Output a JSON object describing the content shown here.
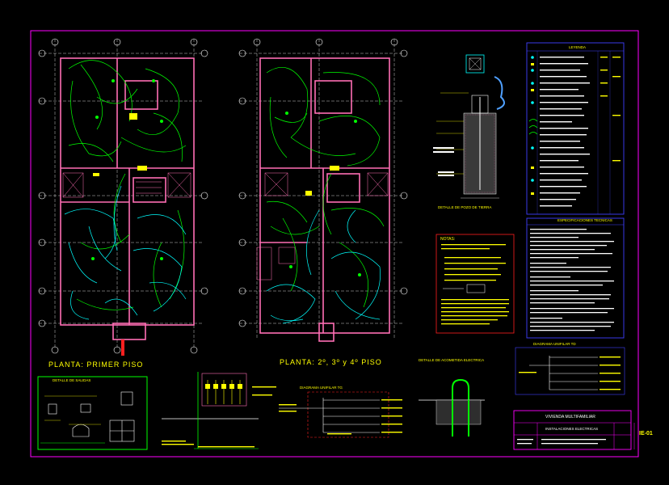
{
  "plan_titles": {
    "first_floor": "PLANTA: PRIMER PISO",
    "upper_floors": "PLANTA: 2º, 3º y 4º PISO"
  },
  "details": {
    "diagram_tg": "DIAGRAMA UNIFILAR TG",
    "diagram_tg2": "DIAGRAMA UNIFILAR TD",
    "detail_outlets": "DETALLE DE SALIDAS",
    "ground_well": "DETALLE DE POZO DE TIERRA",
    "acometida": "DETALLE DE ACOMETIDA ELECTRICA"
  },
  "legend": {
    "title": "LEYENDA",
    "specs_title": "ESPECIFICACIONES TECNICAS",
    "notes_title": "NOTAS:"
  },
  "title_block": {
    "project": "VIVIENDA MULTIFAMILIAR",
    "sheet": "INSTALACIONES ELECTRICAS",
    "code": "IE-01"
  },
  "colors": {
    "frame": "#ff00ff",
    "walls": "#ff6eb4",
    "circuits_green": "#00ff00",
    "circuits_cyan": "#00ffff",
    "axes": "#ffffff",
    "labels": "#ffff00",
    "panels": "#4040ff",
    "red": "#ff2020"
  }
}
